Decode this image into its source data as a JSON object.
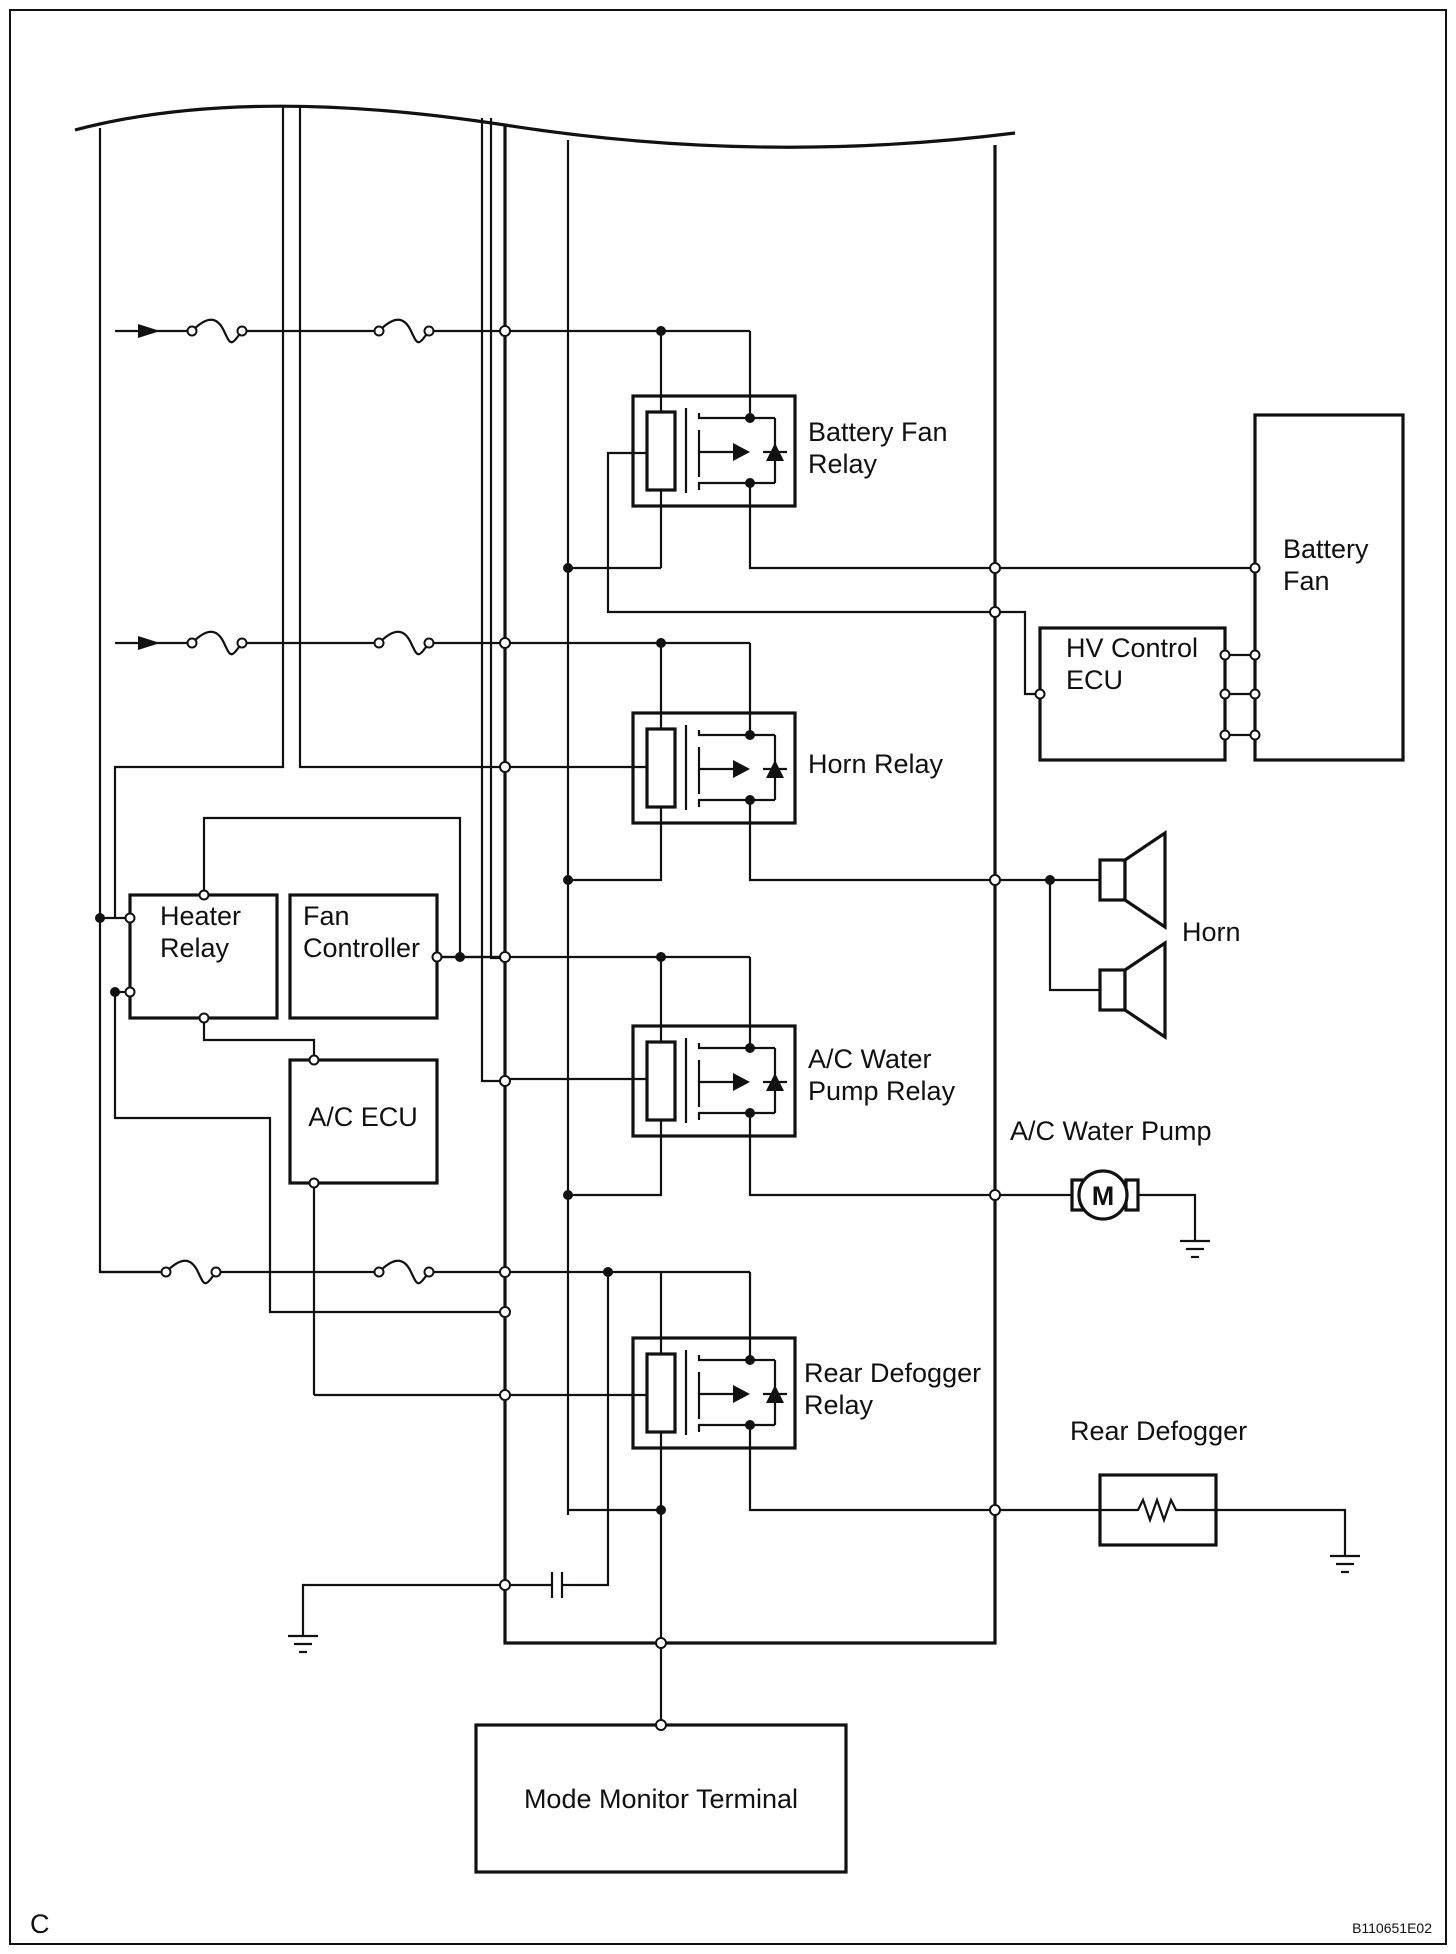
{
  "labels": {
    "battery_fan_relay": [
      "Battery Fan",
      "Relay"
    ],
    "battery_fan": [
      "Battery",
      "Fan"
    ],
    "hv_control_ecu": [
      "HV Control",
      "ECU"
    ],
    "horn_relay": "Horn Relay",
    "horn": "Horn",
    "heater_relay": [
      "Heater",
      "Relay"
    ],
    "fan_controller": [
      "Fan",
      "Controller"
    ],
    "ac_water_pump_relay": [
      "A/C Water",
      "Pump Relay"
    ],
    "ac_ecu": "A/C ECU",
    "ac_water_pump": "A/C Water Pump",
    "motor_symbol": "M",
    "rear_defogger_relay": [
      "Rear Defogger",
      "Relay"
    ],
    "rear_defogger": "Rear Defogger",
    "mode_monitor_terminal": "Mode Monitor Terminal",
    "corner_letter": "C",
    "figure_code": "B110651E02"
  }
}
